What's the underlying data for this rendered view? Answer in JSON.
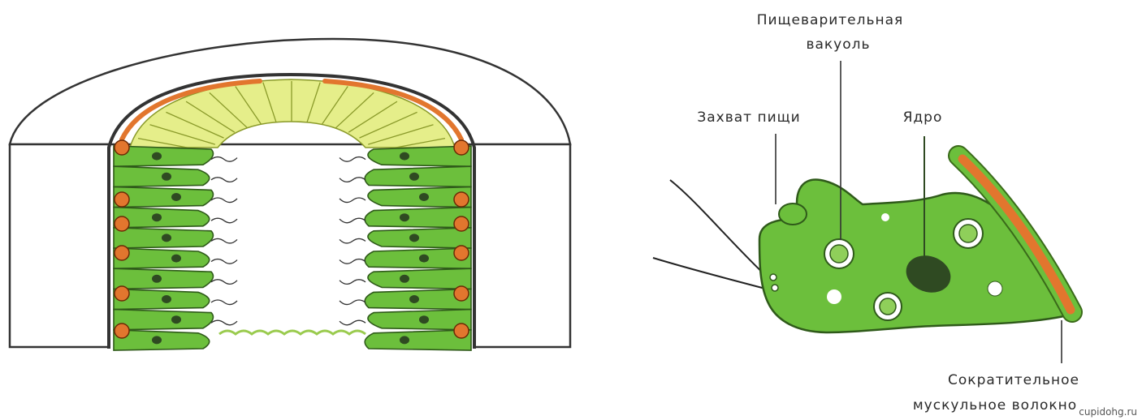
{
  "labels": {
    "vacuole_line1": "Пищеварительная",
    "vacuole_line2": "вакуоль",
    "capture": "Захват пищи",
    "nucleus": "Ядро",
    "contractile_line1": "Сократительное",
    "contractile_line2": "мускульное волокно"
  },
  "watermark": "cupidohg.ru",
  "colors": {
    "cell_green": "#6cbf3c",
    "cell_outline": "#2f5a1a",
    "nucleus": "#2f4a22",
    "muscle_orange": "#e2762e",
    "yellow_cells": "#e5ee8a",
    "stroke": "#222222"
  }
}
